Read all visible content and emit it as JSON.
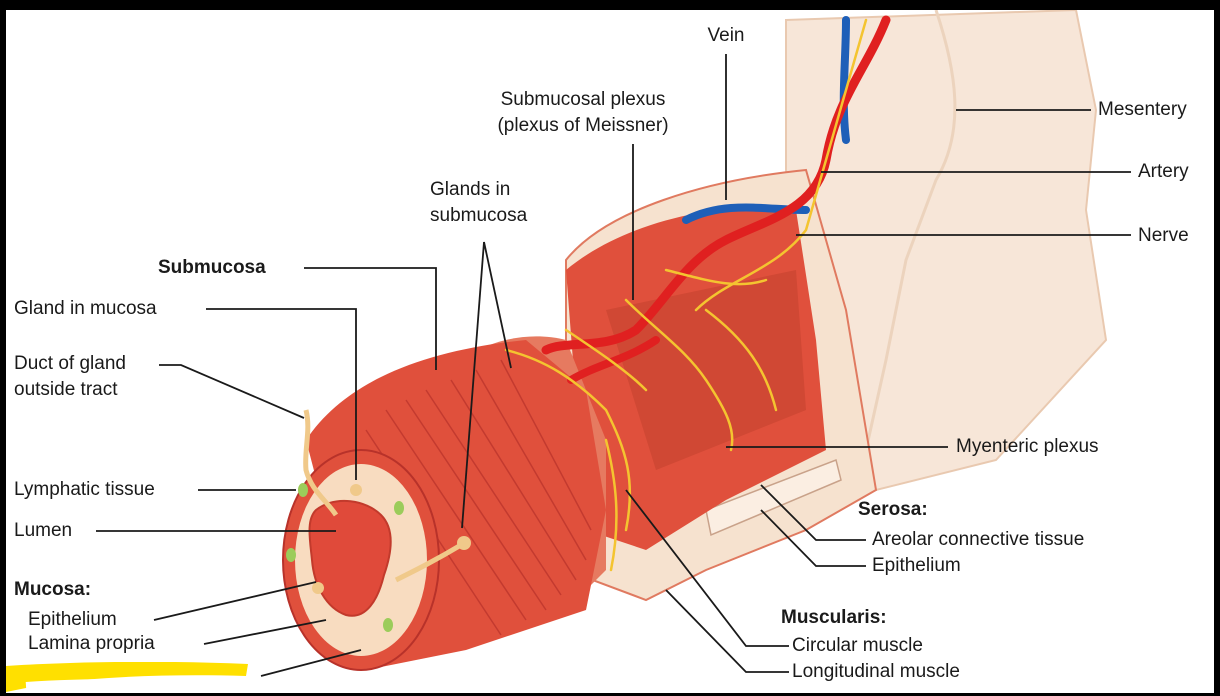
{
  "labels": {
    "vein": "Vein",
    "submucosal_plexus_1": "Submucosal plexus",
    "submucosal_plexus_2": "(plexus of Meissner)",
    "mesentery": "Mesentery",
    "artery": "Artery",
    "nerve": "Nerve",
    "glands_submucosa_1": "Glands in",
    "glands_submucosa_2": "submucosa",
    "submucosa": "Submucosa",
    "gland_in_mucosa": "Gland in mucosa",
    "duct_of_gland_1": "Duct of gland",
    "duct_of_gland_2": "outside tract",
    "lymphatic_tissue": "Lymphatic tissue",
    "lumen": "Lumen",
    "myenteric_plexus": "Myenteric plexus",
    "serosa": "Serosa:",
    "areolar": "Areolar connective tissue",
    "serosa_epithelium": "Epithelium",
    "mucosa": "Mucosa:",
    "mucosa_epithelium": "Epithelium",
    "lamina_propria": "Lamina propria",
    "muscularis": "Muscularis:",
    "circular_muscle": "Circular muscle",
    "longitudinal_muscle": "Longitudinal muscle"
  },
  "colors": {
    "muscle": "#e0503c",
    "muscle_dark": "#b8322a",
    "muscle_light": "#f08a70",
    "mucosa_cream": "#f8dcc0",
    "serosa": "#f6e2cf",
    "mesentery": "#f7e6d8",
    "artery": "#e02020",
    "vein": "#1e5fb8",
    "nerve": "#f4c430",
    "lymph": "#9ccc5a",
    "highlight": "#ffe000"
  }
}
